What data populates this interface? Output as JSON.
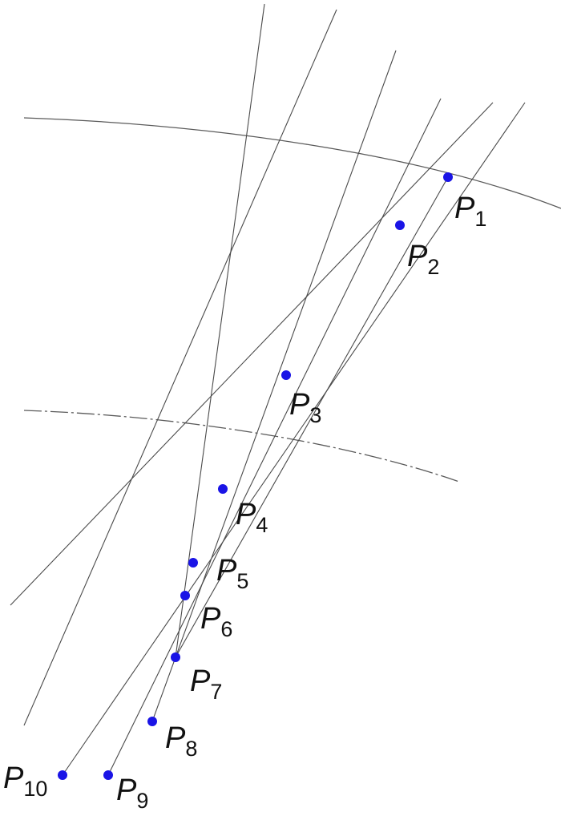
{
  "diagram": {
    "curves": [
      {
        "name": "upper-curve",
        "style": "solid"
      },
      {
        "name": "lower-curve",
        "style": "dash-dot"
      }
    ],
    "points": [
      {
        "id": "p1",
        "letter": "P",
        "index": "1"
      },
      {
        "id": "p2",
        "letter": "P",
        "index": "2"
      },
      {
        "id": "p3",
        "letter": "P",
        "index": "3"
      },
      {
        "id": "p4",
        "letter": "P",
        "index": "4"
      },
      {
        "id": "p5",
        "letter": "P",
        "index": "5"
      },
      {
        "id": "p6",
        "letter": "P",
        "index": "6"
      },
      {
        "id": "p7",
        "letter": "P",
        "index": "7"
      },
      {
        "id": "p8",
        "letter": "P",
        "index": "8"
      },
      {
        "id": "p9",
        "letter": "P",
        "index": "9"
      },
      {
        "id": "p10",
        "letter": "P",
        "index": "10"
      }
    ],
    "colors": {
      "point": "#1a14e6",
      "line": "#4a4a4a",
      "curve": "#5a5a5a",
      "text": "#111111",
      "background": "#ffffff"
    }
  }
}
